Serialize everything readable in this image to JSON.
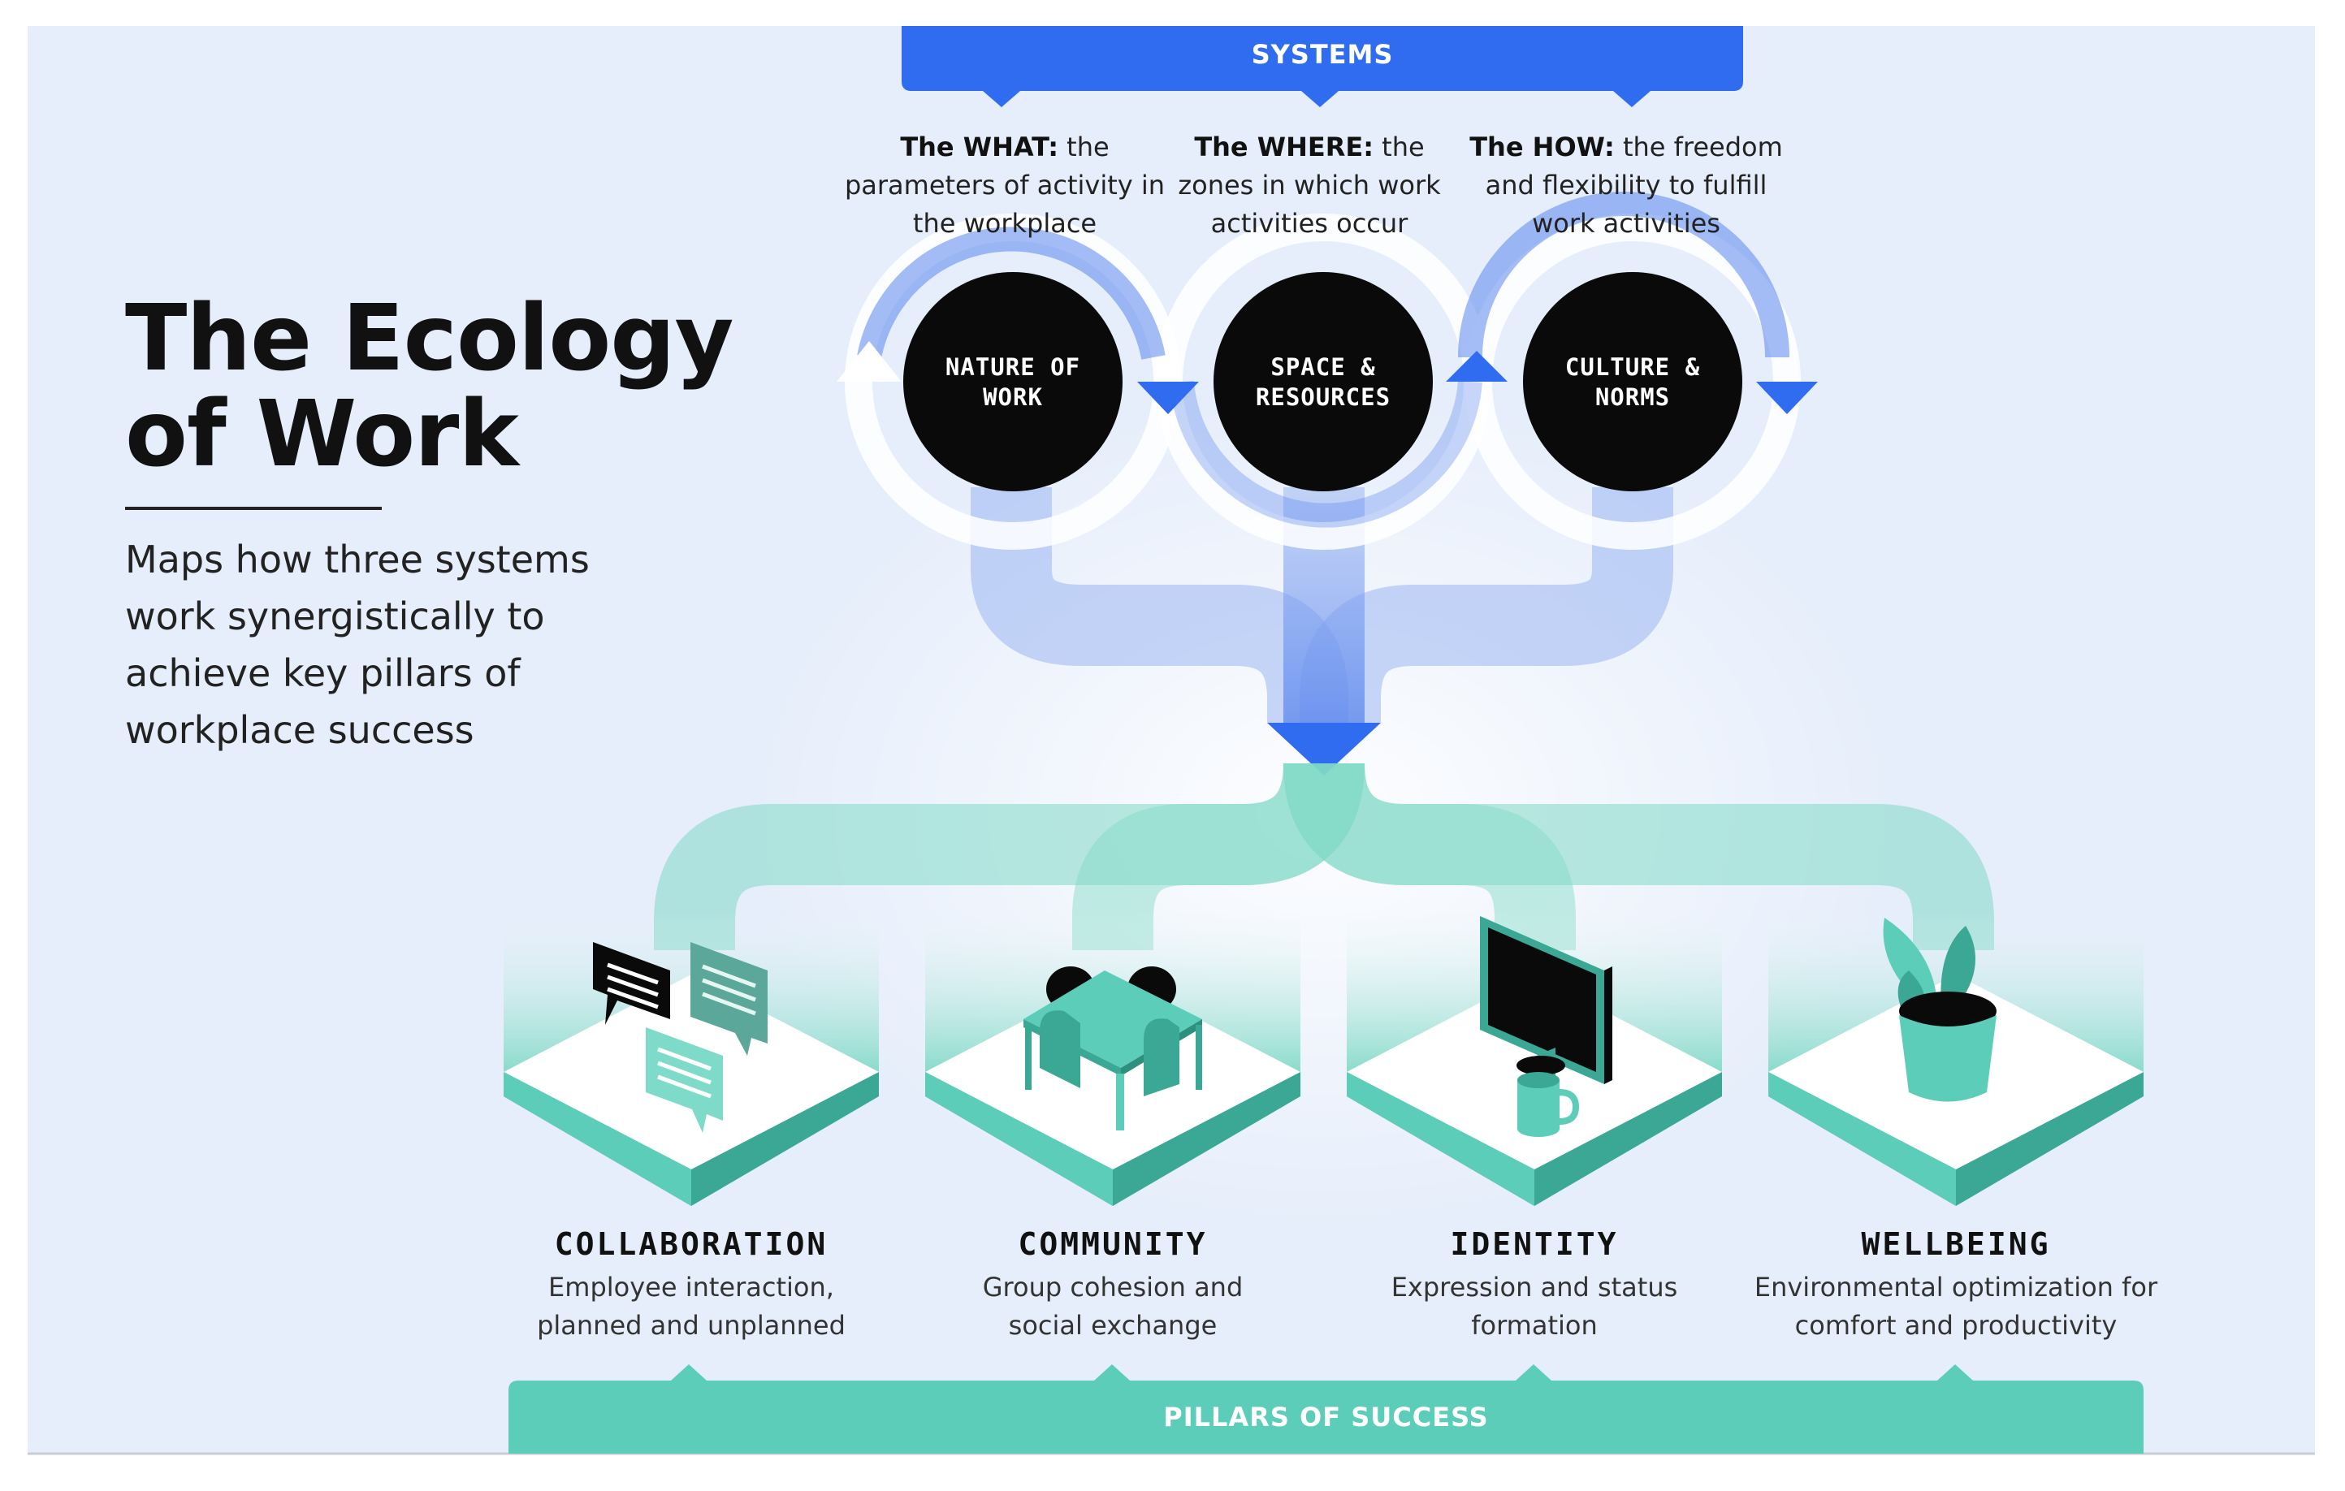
{
  "title": {
    "line1": "The Ecology",
    "line2": "of Work"
  },
  "subtitle": {
    "line1": "Maps how three systems",
    "line2": "work synergistically to",
    "line3": "achieve key pillars of",
    "line4": "workplace success"
  },
  "top_banner": "SYSTEMS",
  "bottom_banner": "PILLARS OF SUCCESS",
  "systems": [
    {
      "label_line1": "NATURE OF",
      "label_line2": "WORK",
      "desc_bold": "The WHAT:",
      "desc_rest": " the",
      "desc_line2": "parameters of activity in",
      "desc_line3": "the workplace"
    },
    {
      "label_line1": "SPACE &",
      "label_line2": "RESOURCES",
      "desc_bold": "The WHERE:",
      "desc_rest": " the",
      "desc_line2": "zones in which work",
      "desc_line3": "activities occur"
    },
    {
      "label_line1": "CULTURE &",
      "label_line2": "NORMS",
      "desc_bold": "The HOW:",
      "desc_rest": " the freedom",
      "desc_line2": "and flexibility to fulfill",
      "desc_line3": "work activities"
    }
  ],
  "pillars": [
    {
      "title": "COLLABORATION",
      "desc_line1": "Employee interaction,",
      "desc_line2": "planned and unplanned",
      "icon": "chat-bubbles-icon"
    },
    {
      "title": "COMMUNITY",
      "desc_line1": "Group cohesion and",
      "desc_line2": "social exchange",
      "icon": "table-chairs-icon"
    },
    {
      "title": "IDENTITY",
      "desc_line1": "Expression and status",
      "desc_line2": "formation",
      "icon": "monitor-mug-icon"
    },
    {
      "title": "WELLBEING",
      "desc_line1": "Environmental optimization for",
      "desc_line2": "comfort and productivity",
      "icon": "potted-plant-icon"
    }
  ],
  "colors": {
    "background": "#e6eefb",
    "blue": "#2f6cf0",
    "teal": "#5ccdb8",
    "teal_dark": "#3aa894",
    "circle": "#0a0a0a"
  }
}
